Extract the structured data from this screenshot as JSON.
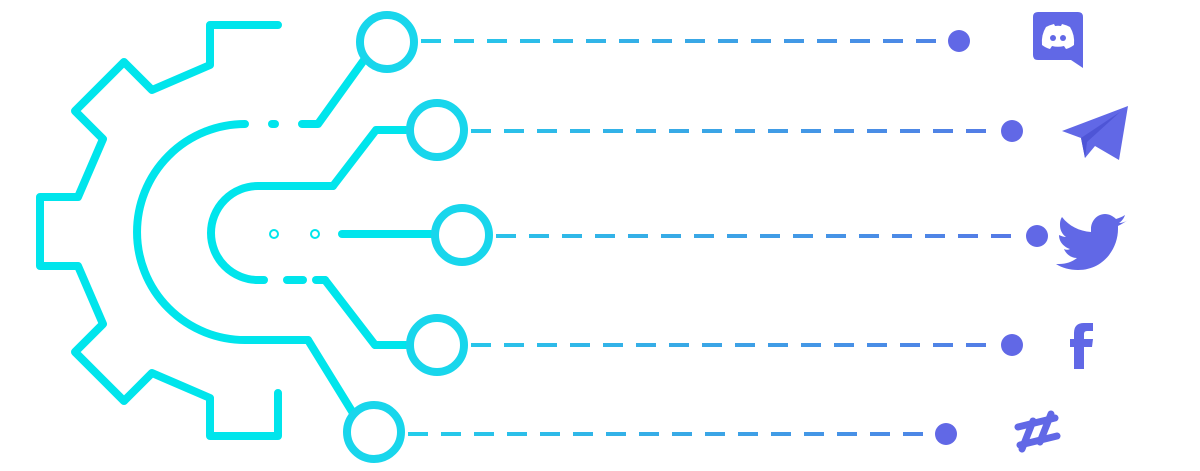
{
  "colors": {
    "cyan": "#00e5ec",
    "mid": "#2fb8e8",
    "violet": "#6168e6",
    "white": "#ffffff"
  },
  "integrations": [
    {
      "name": "discord",
      "icon": "discord-icon"
    },
    {
      "name": "telegram",
      "icon": "telegram-icon"
    },
    {
      "name": "twitter",
      "icon": "twitter-icon"
    },
    {
      "name": "facebook",
      "icon": "facebook-icon"
    },
    {
      "name": "slack",
      "icon": "slack-icon"
    }
  ]
}
